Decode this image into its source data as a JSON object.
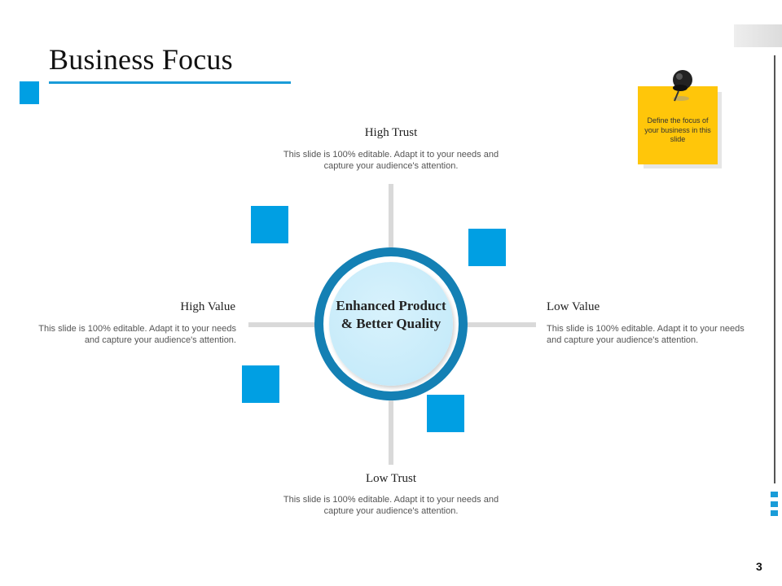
{
  "slide": {
    "title": "Business Focus",
    "page_number": "3"
  },
  "note": {
    "text": "Define the focus of your business in this slide"
  },
  "center": {
    "text": "Enhanced Product & Better Quality"
  },
  "quadrants": {
    "top": {
      "label": "High Trust",
      "description": "This slide is 100% editable. Adapt it to your needs and capture your audience's attention."
    },
    "bottom": {
      "label": "Low Trust",
      "description": "This slide is 100% editable. Adapt it to your needs and capture your audience's attention."
    },
    "left": {
      "label": "High Value",
      "description": "This slide is 100% editable. Adapt it to your needs and capture your audience's attention."
    },
    "right": {
      "label": "Low Value",
      "description": "This slide is 100% editable. Adapt it to your needs and capture your audience's attention."
    }
  },
  "colors": {
    "accent": "#009fe3",
    "ring": "#1480b4",
    "note": "#ffc60a"
  }
}
